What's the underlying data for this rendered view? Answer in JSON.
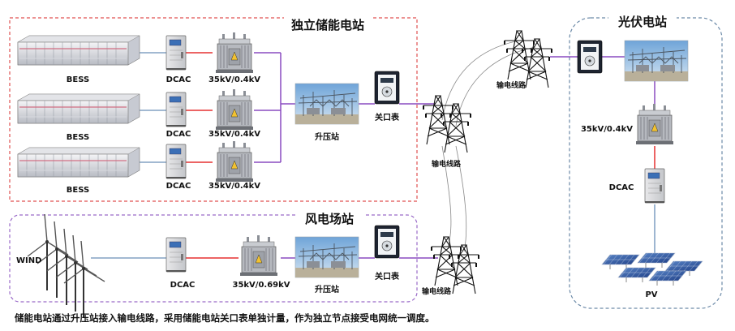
{
  "sections": {
    "storage_title": "独立储能电站",
    "wind_title": "风电场站",
    "pv_title": "光伏电站"
  },
  "labels": {
    "bess": "BESS",
    "dcac": "DCAC",
    "trans_35_04": "35kV/0.4kV",
    "trans_35_069": "35kV/0.69kV",
    "substation": "升压站",
    "meter": "关口表",
    "line": "输电线路",
    "wind": "WIND",
    "pv": "PV"
  },
  "caption": "储能电站通过升压站接入输电线路，采用储能电站关口表单独计量，作为独立节点接受电网统一调度。",
  "colors": {
    "storage_border": "#e05050",
    "wind_border": "#9a6ac8",
    "pv_border": "#6c8aa8",
    "red_wire": "#e53030",
    "purple_wire": "#8a4cc0",
    "blue_wire": "#6a8fb8",
    "gray_wire": "#888888"
  }
}
